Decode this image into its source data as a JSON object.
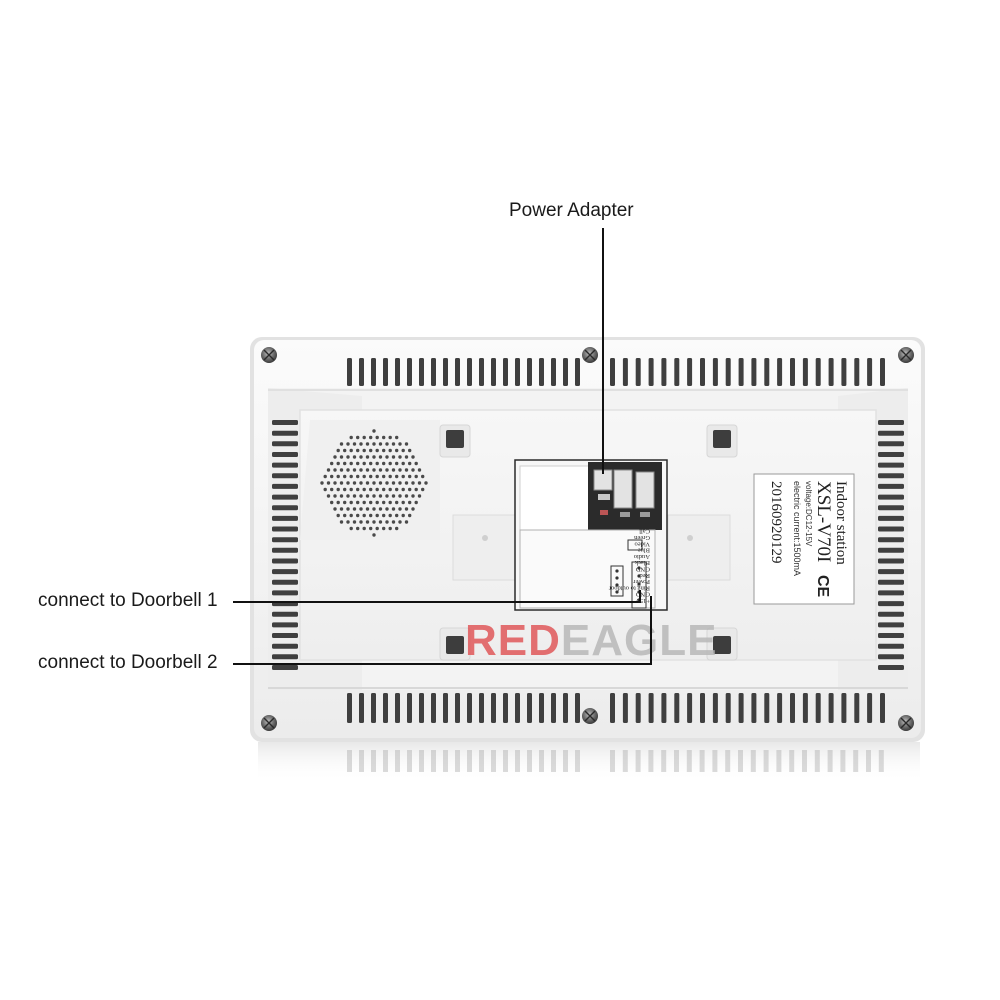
{
  "callouts": {
    "power_adapter": "Power Adapter",
    "doorbell_1": "connect to Doorbell 1",
    "doorbell_2": "connect to Doorbell 2"
  },
  "watermark": {
    "red_part": "RED",
    "gray_part": "EAGLE"
  },
  "label_sticker": {
    "line1": "Indoor station",
    "line2": "XSL-V70I",
    "cert": "CE",
    "line3": "voltage:DC12-15V",
    "line4": "electric current:1500mA",
    "serial": "20160920129"
  },
  "wiring_card": {
    "rows": [
      "+15V",
      "GND",
      "Ring to outdoor",
      "Power",
      "Red",
      "GND",
      "Black",
      "Audio",
      "Blue",
      "Video",
      "Green",
      "Call"
    ]
  },
  "colors": {
    "housing": "#f4f4f4",
    "housing_edge": "#d7d7d7",
    "brand_red": "#e0585a",
    "brand_gray": "#b8b8b8"
  }
}
